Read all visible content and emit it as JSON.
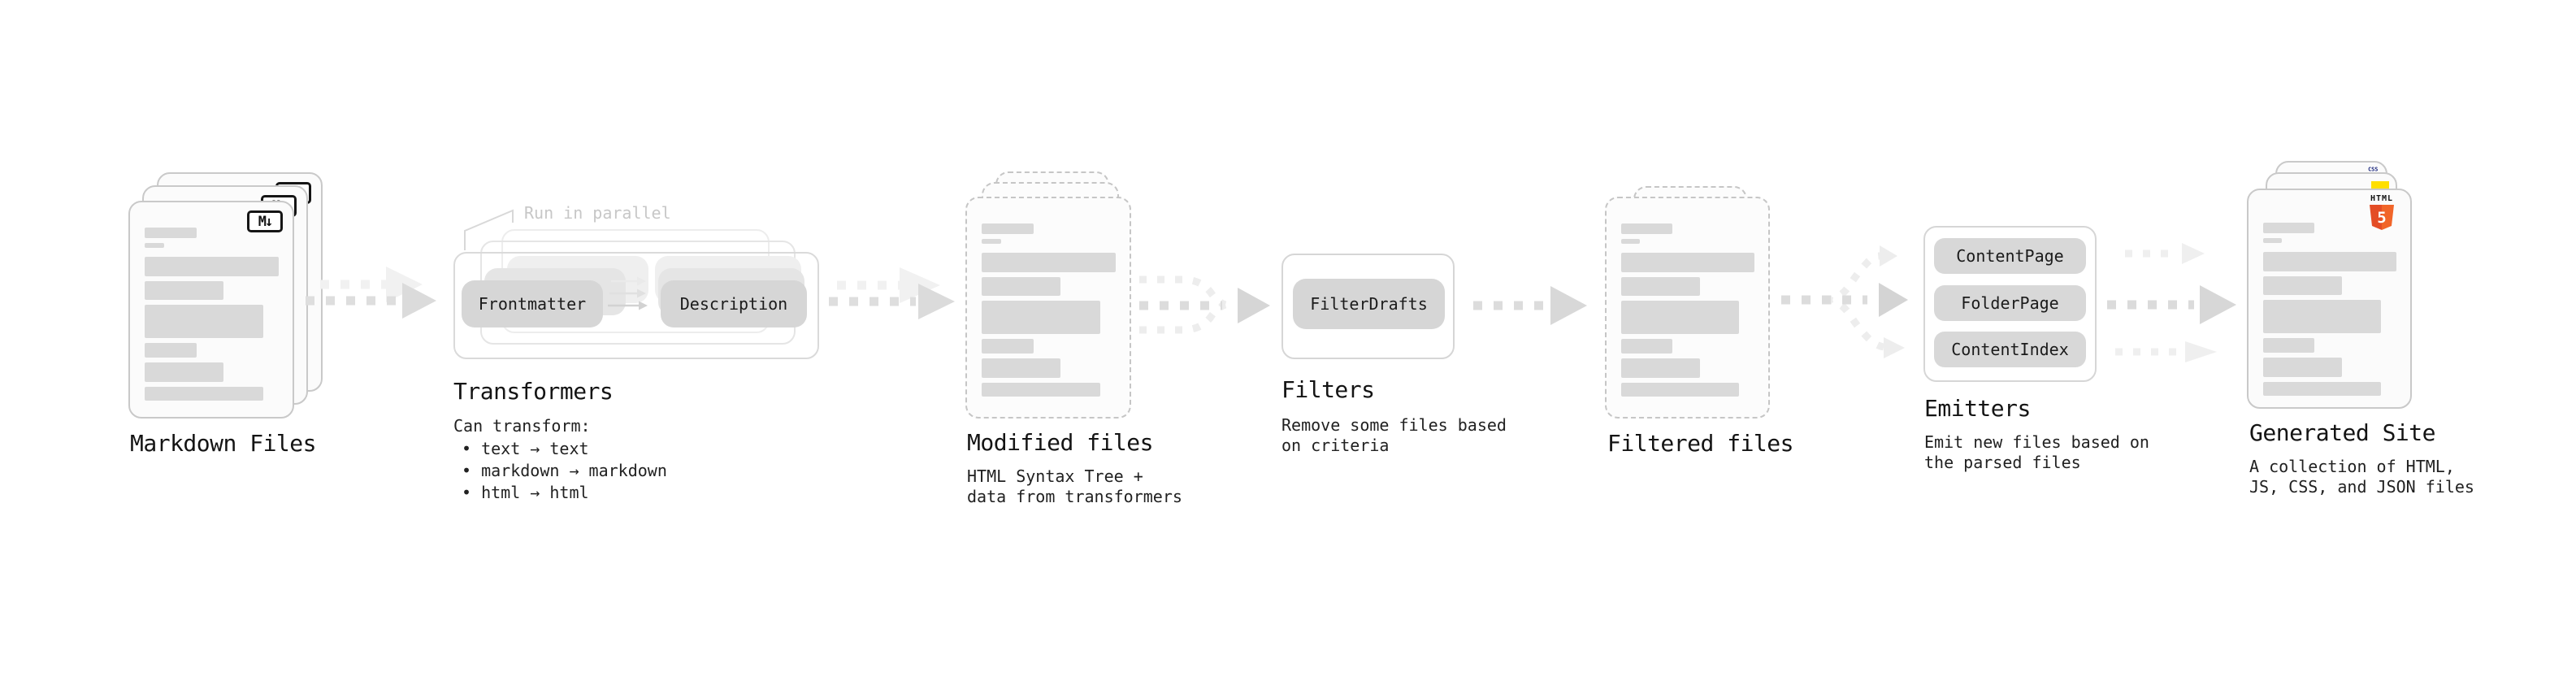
{
  "stages": {
    "markdown": {
      "title": "Markdown Files",
      "badge": "M↓"
    },
    "transformers": {
      "note": "Run in parallel",
      "pill_left": "Frontmatter",
      "pill_right": "Description",
      "title": "Transformers",
      "desc_heading": "Can transform:",
      "bullets": [
        "• text → text",
        "• markdown → markdown",
        "• html → html"
      ]
    },
    "modified": {
      "title": "Modified files",
      "subtitle_lines": [
        "HTML Syntax Tree +",
        "data from transformers"
      ]
    },
    "filters": {
      "pill": "FilterDrafts",
      "title": "Filters",
      "subtitle_lines": [
        "Remove some files based",
        "on criteria"
      ]
    },
    "filtered": {
      "title": "Filtered files"
    },
    "emitters": {
      "pills": [
        "ContentPage",
        "FolderPage",
        "ContentIndex"
      ],
      "title": "Emitters",
      "subtitle_lines": [
        "Emit new files based on",
        "the parsed files"
      ]
    },
    "generated": {
      "title": "Generated Site",
      "subtitle_lines": [
        "A collection of HTML,",
        "JS, CSS, and JSON files"
      ],
      "css_badge": "CSS",
      "html_badge_word": "HTML",
      "html_badge_number": "5"
    }
  },
  "colors": {
    "html5_orange": "#e44d26",
    "html5_orange_light": "#f16529",
    "js_yellow": "#ffdf00",
    "css_blue": "#2563eb",
    "card_border": "#c9c9c9",
    "bar_fill": "#d9d9d9",
    "pill_fill": "#d6d6d6",
    "arrow_gray": "#dcdcdc",
    "arrow_ghost": "#f0f0f0",
    "note_gray": "#c7c7c7"
  }
}
